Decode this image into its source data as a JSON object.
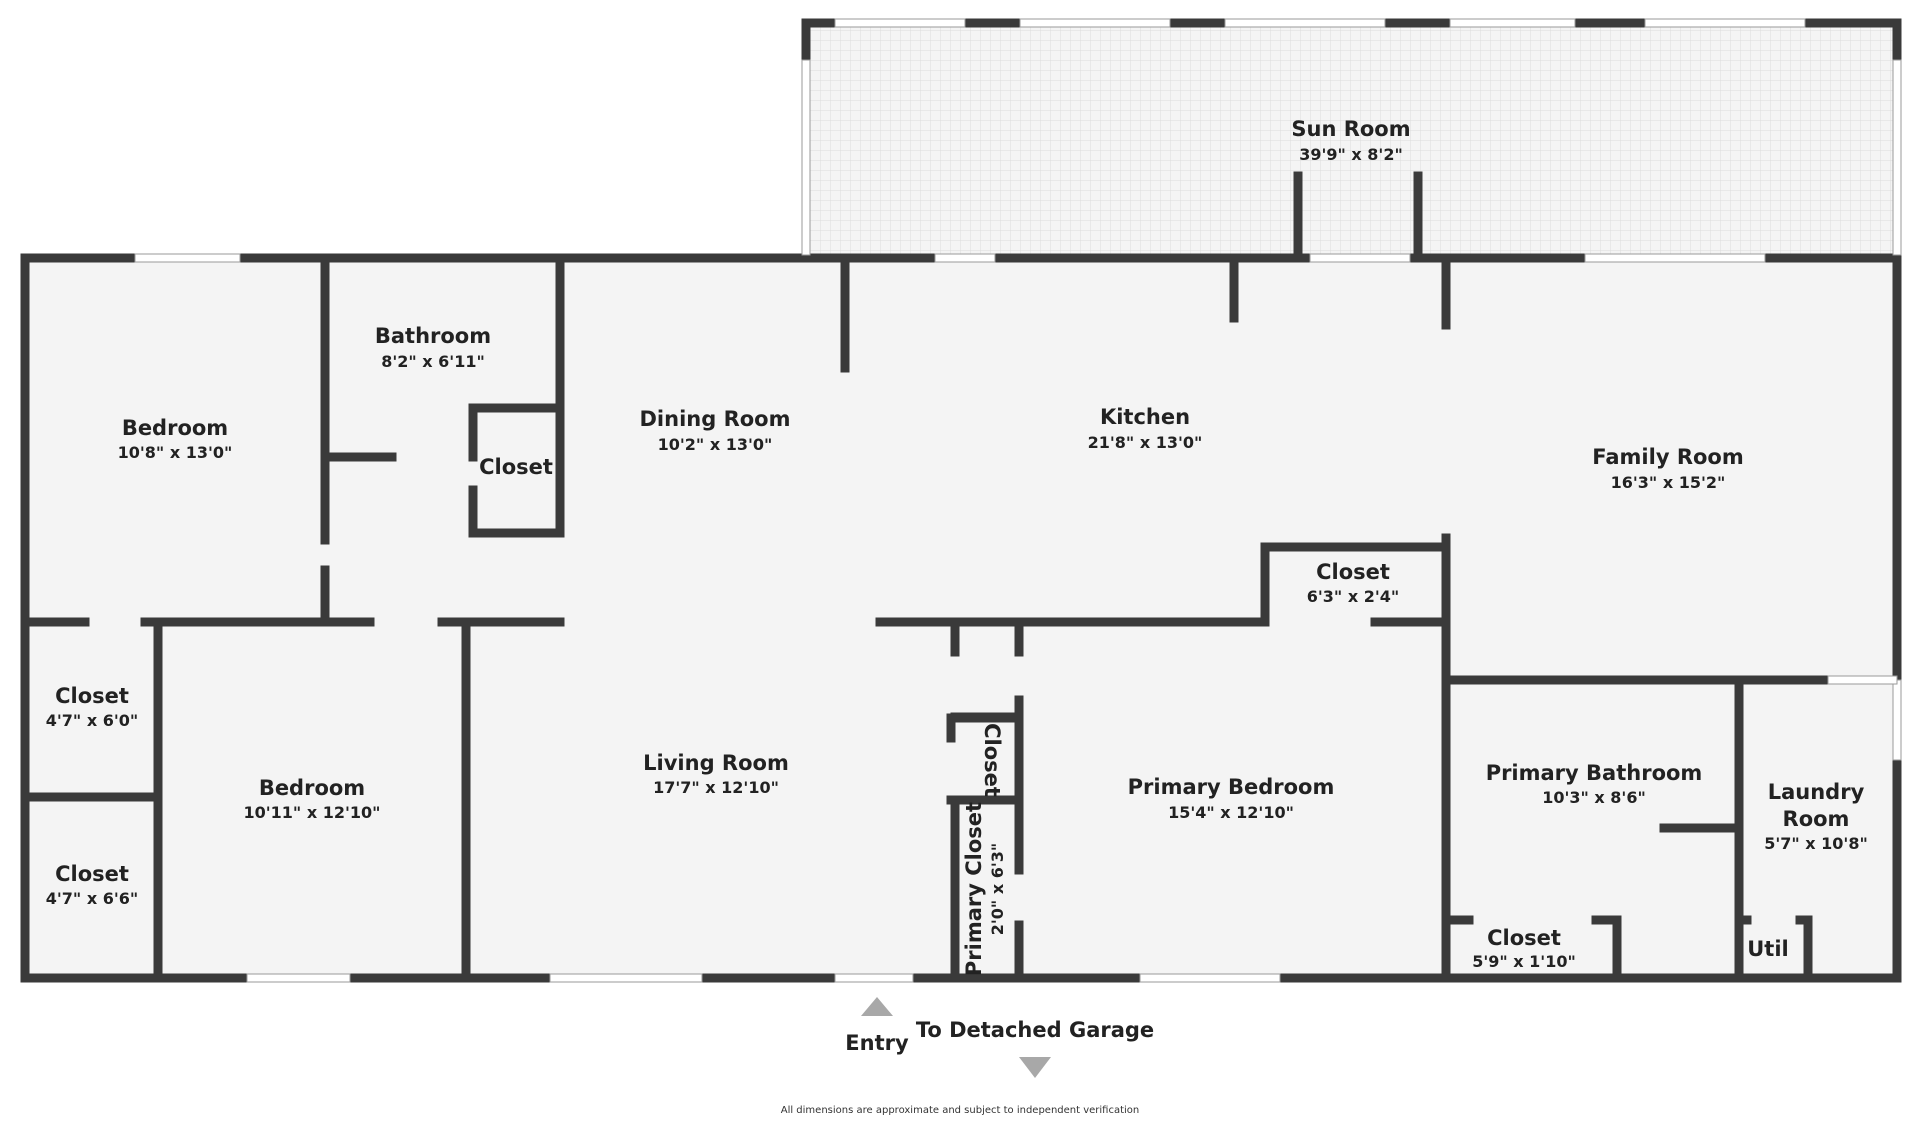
{
  "rooms": {
    "sun_room": {
      "name": "Sun Room",
      "dims": "39'9\" x 8'2\""
    },
    "bedroom_1": {
      "name": "Bedroom",
      "dims": "10'8\" x 13'0\""
    },
    "bathroom": {
      "name": "Bathroom",
      "dims": "8'2\" x 6'11\""
    },
    "closet_bath": {
      "name": "Closet"
    },
    "dining_room": {
      "name": "Dining Room",
      "dims": "10'2\" x 13'0\""
    },
    "kitchen": {
      "name": "Kitchen",
      "dims": "21'8\" x 13'0\""
    },
    "family_room": {
      "name": "Family Room",
      "dims": "16'3\" x 15'2\""
    },
    "closet_kitchen": {
      "name": "Closet",
      "dims": "6'3\" x 2'4\""
    },
    "closet_a": {
      "name": "Closet",
      "dims": "4'7\" x 6'0\""
    },
    "closet_b": {
      "name": "Closet",
      "dims": "4'7\" x 6'6\""
    },
    "bedroom_2": {
      "name": "Bedroom",
      "dims": "10'11\" x 12'10\""
    },
    "living_room": {
      "name": "Living Room",
      "dims": "17'7\" x 12'10\""
    },
    "closet_vertical": {
      "name": "Closet"
    },
    "primary_closet": {
      "name": "Primary Closet",
      "dims": "2'0\" x 6'3\""
    },
    "primary_bedroom": {
      "name": "Primary Bedroom",
      "dims": "15'4\" x 12'10\""
    },
    "primary_bathroom": {
      "name": "Primary Bathroom",
      "dims": "10'3\" x 8'6\""
    },
    "laundry_room": {
      "name_line1": "Laundry",
      "name_line2": "Room",
      "dims": "5'7\" x 10'8\""
    },
    "closet_primary_bath": {
      "name": "Closet",
      "dims": "5'9\" x 1'10\""
    },
    "util": {
      "name": "Util"
    }
  },
  "labels": {
    "entry": "Entry",
    "garage": "To Detached Garage",
    "disclaimer": "All dimensions are approximate and subject to independent verification"
  },
  "colors": {
    "wall": "#3a3a3a",
    "floor": "#f4f4f4",
    "sunroom_tile": "#e6e6e6",
    "arrow": "#a8a8a8"
  }
}
